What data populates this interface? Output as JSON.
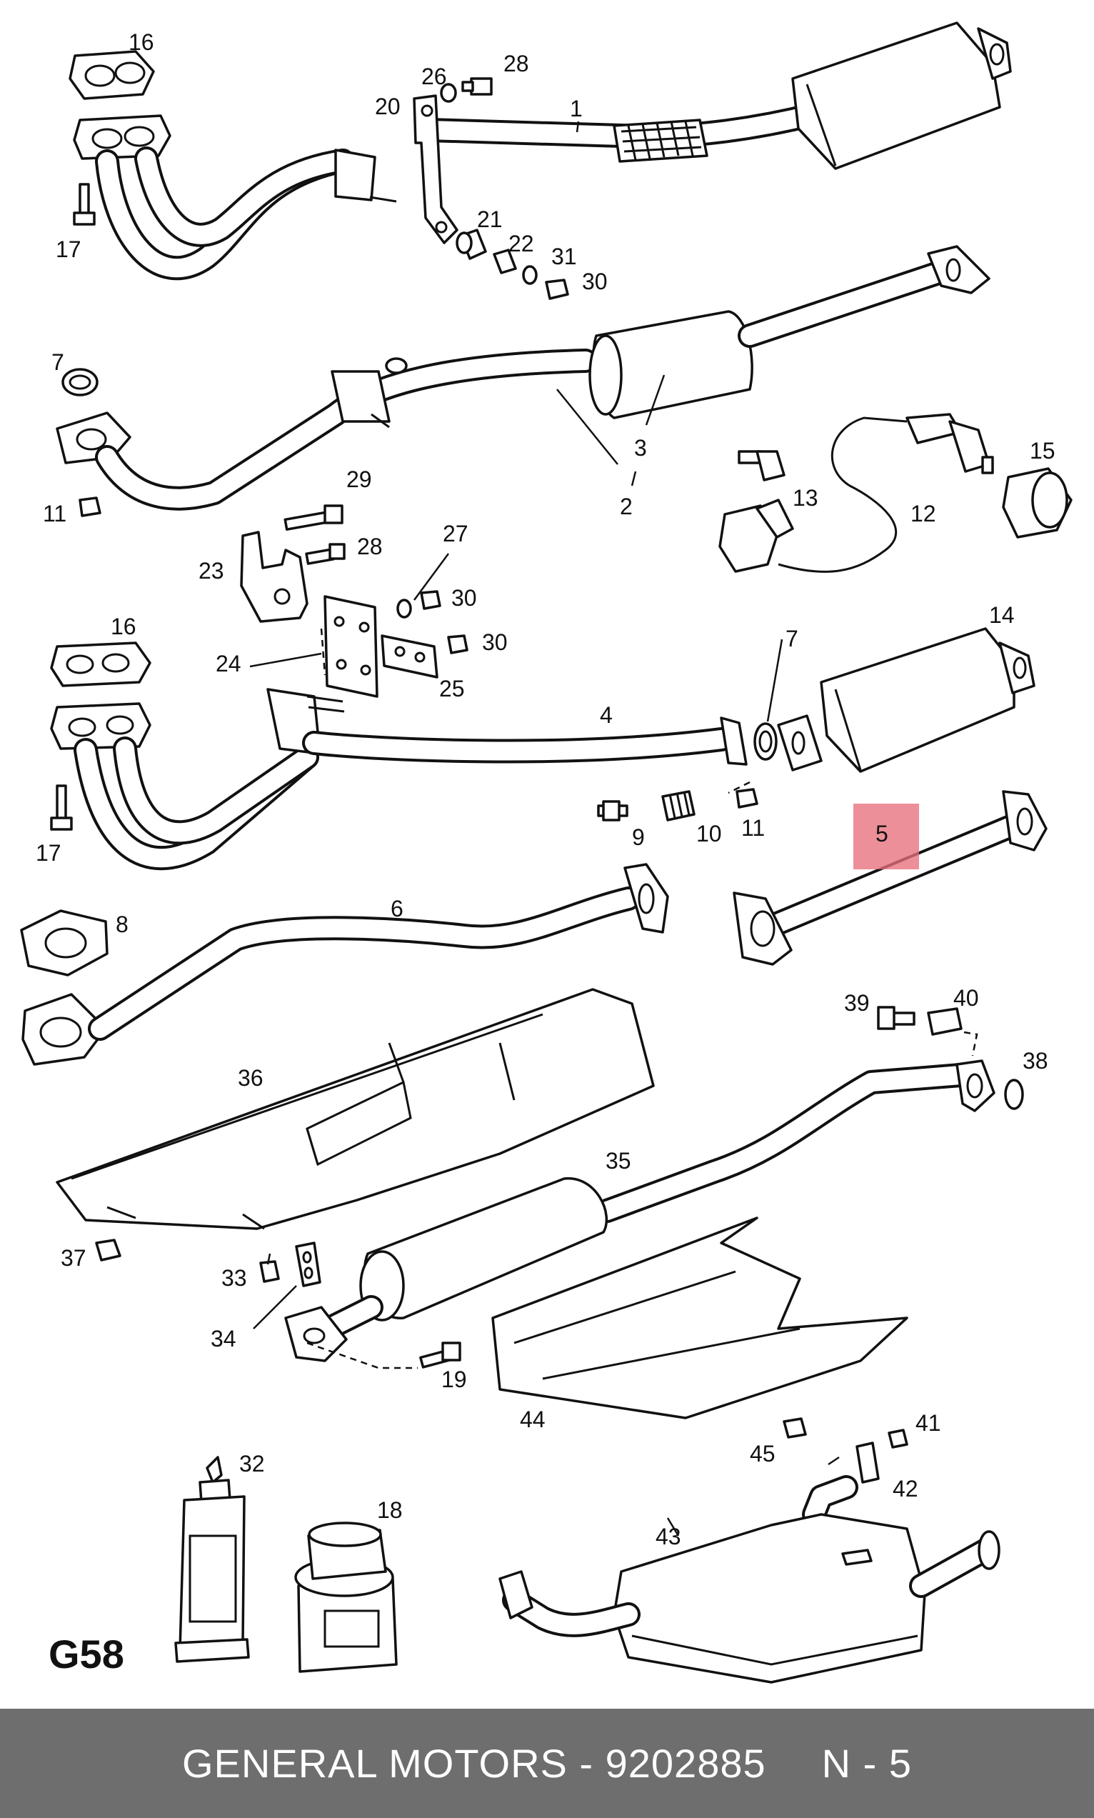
{
  "sheet_code": "G58",
  "footer": {
    "brand": "GENERAL MOTORS",
    "separator": " - ",
    "part_number": "9202885",
    "position_label": "N - 5"
  },
  "highlight": {
    "label": "5",
    "color": "#e8707b"
  },
  "part_labels": {
    "p1": "1",
    "p2": "2",
    "p3": "3",
    "p4": "4",
    "p6": "6",
    "p7a": "7",
    "p7b": "7",
    "p8": "8",
    "p9": "9",
    "p10": "10",
    "p11a": "11",
    "p11b": "11",
    "p12": "12",
    "p13": "13",
    "p14": "14",
    "p15": "15",
    "p16a": "16",
    "p16b": "16",
    "p17a": "17",
    "p17b": "17",
    "p18": "18",
    "p19": "19",
    "p20": "20",
    "p21": "21",
    "p22": "22",
    "p23": "23",
    "p24": "24",
    "p25": "25",
    "p26": "26",
    "p27": "27",
    "p28a": "28",
    "p28b": "28",
    "p29": "29",
    "p30a": "30",
    "p30b": "30",
    "p30c": "30",
    "p31": "31",
    "p32": "32",
    "p33": "33",
    "p34": "34",
    "p35": "35",
    "p36": "36",
    "p37": "37",
    "p38": "38",
    "p39": "39",
    "p40": "40",
    "p41": "41",
    "p42": "42",
    "p43": "43",
    "p44": "44",
    "p45": "45"
  }
}
